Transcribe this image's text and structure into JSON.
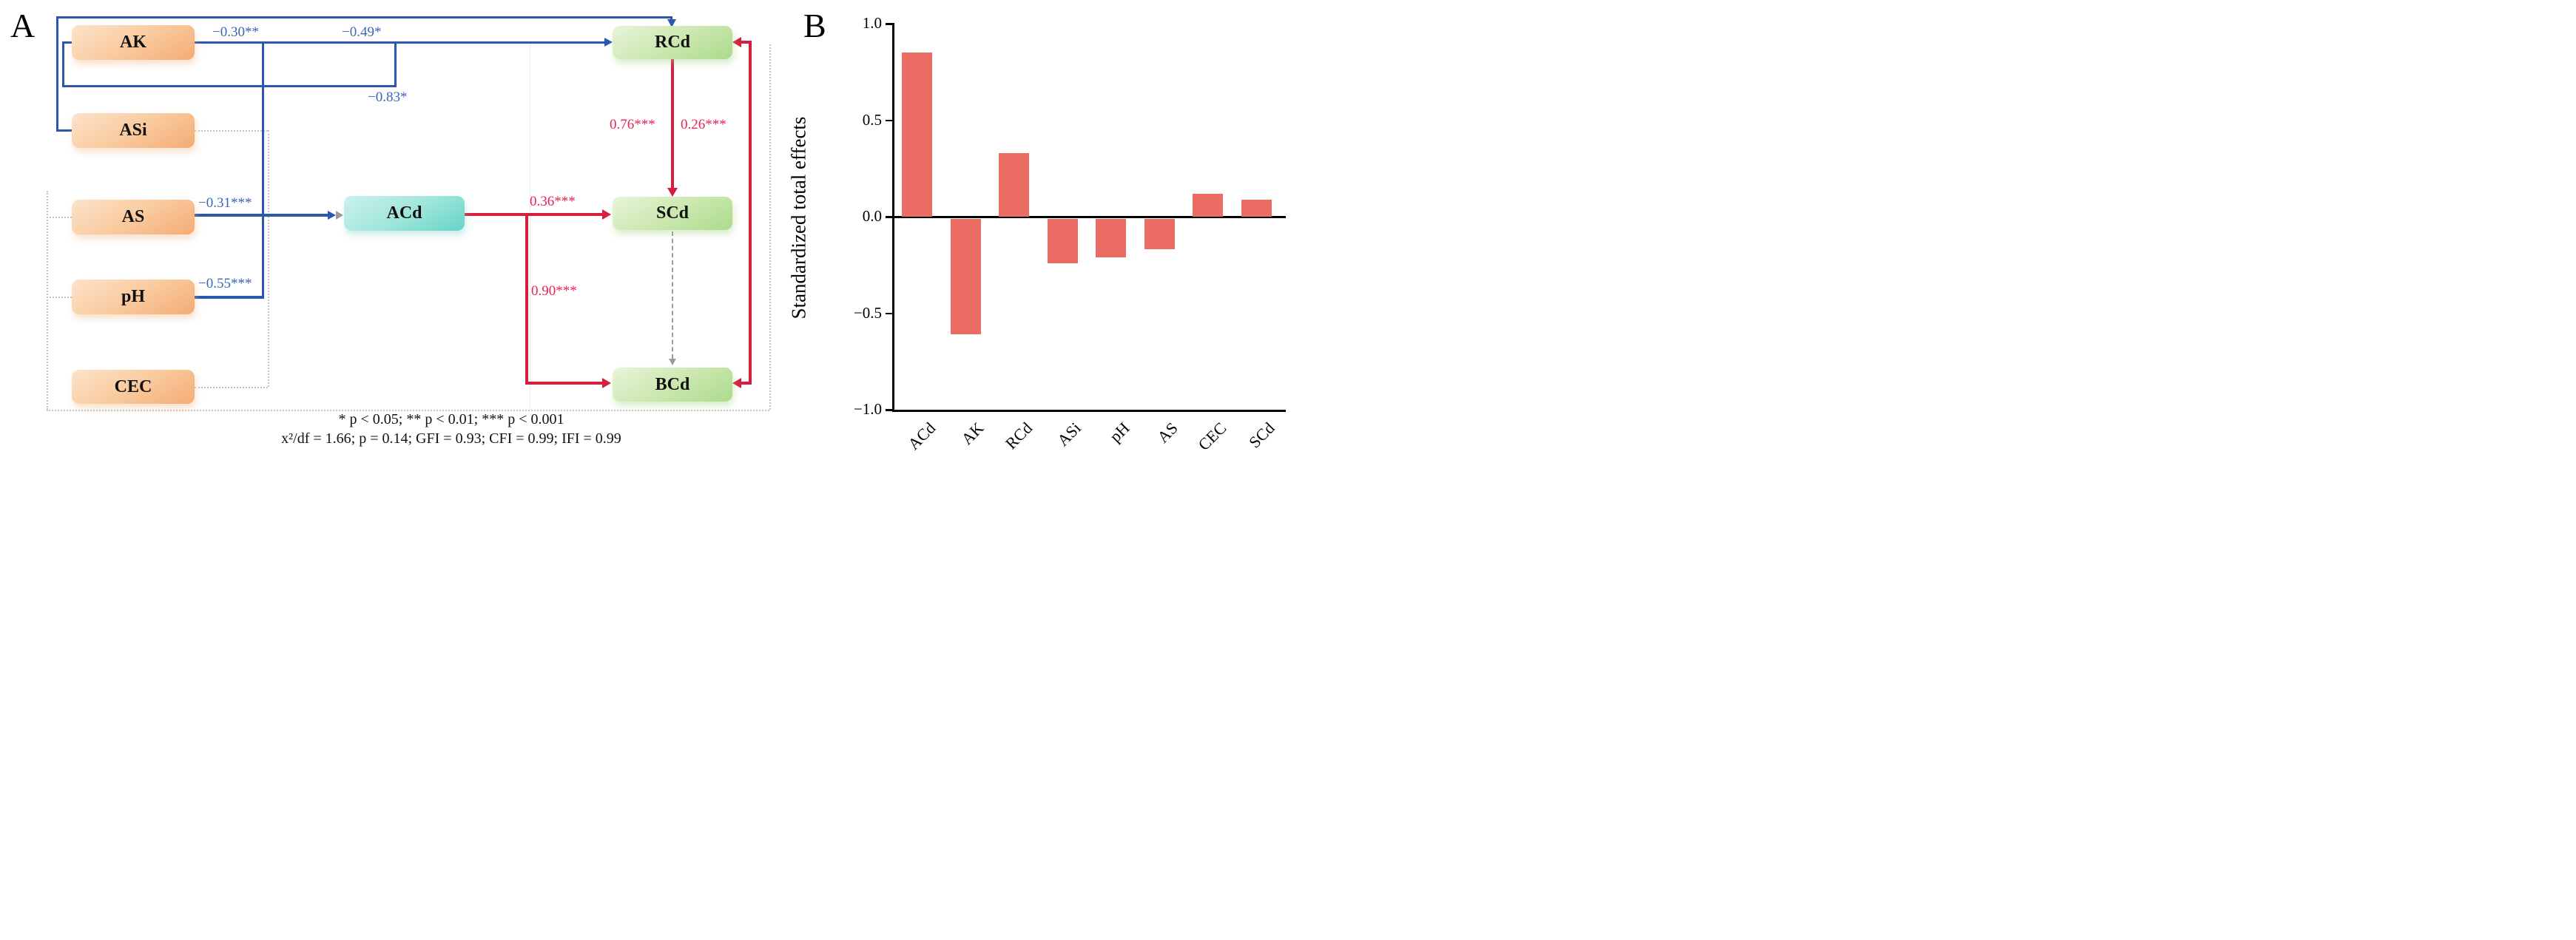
{
  "figure": {
    "panel_a_label": "A",
    "panel_b_label": "B"
  },
  "sem": {
    "boxes": [
      {
        "id": "AK",
        "label": "AK",
        "group": "soil-orange"
      },
      {
        "id": "ASi",
        "label": "ASi",
        "group": "soil-orange"
      },
      {
        "id": "AS",
        "label": "AS",
        "group": "soil-orange"
      },
      {
        "id": "pH",
        "label": "pH",
        "group": "soil-orange"
      },
      {
        "id": "CEC",
        "label": "CEC",
        "group": "soil-orange"
      },
      {
        "id": "ACd",
        "label": "ACd",
        "group": "available-teal"
      },
      {
        "id": "RCd",
        "label": "RCd",
        "group": "plant-green"
      },
      {
        "id": "SCd",
        "label": "SCd",
        "group": "plant-green"
      },
      {
        "id": "BCd",
        "label": "BCd",
        "group": "plant-green"
      }
    ],
    "paths": [
      {
        "from": "AK",
        "to": "ACd",
        "coef": "−0.30**",
        "color": "blue"
      },
      {
        "from": "ASi",
        "to": "RCd",
        "coef": "−0.49*",
        "color": "blue"
      },
      {
        "from": "AK",
        "to": "RCd",
        "coef": "−0.83*",
        "color": "blue"
      },
      {
        "from": "AS",
        "to": "ACd",
        "coef": "−0.31***",
        "color": "blue"
      },
      {
        "from": "pH",
        "to": "ACd",
        "coef": "−0.55***",
        "color": "blue"
      },
      {
        "from": "ACd",
        "to": "SCd",
        "coef": "0.36***",
        "color": "red"
      },
      {
        "from": "ACd",
        "to": "BCd",
        "coef": "0.90***",
        "color": "red"
      },
      {
        "from": "RCd",
        "to": "SCd",
        "coef": "0.76***",
        "color": "red"
      },
      {
        "from": "RCd",
        "to": "BCd",
        "coef": "0.26***",
        "color": "red"
      },
      {
        "from": "SCd",
        "to": "BCd",
        "coef": "",
        "color": "gray-dashed-ns"
      }
    ],
    "caption_line1": "* p < 0.05; ** p < 0.01; *** p < 0.001",
    "caption_line2": "x²/df = 1.66; p = 0.14; GFI = 0.93; CFI = 0.99; IFI = 0.99"
  },
  "chart_data": {
    "type": "bar",
    "title": "",
    "categories": [
      "ACd",
      "AK",
      "RCd",
      "ASi",
      "pH",
      "AS",
      "CEC",
      "SCd"
    ],
    "values": [
      0.85,
      -0.6,
      0.33,
      -0.23,
      -0.2,
      -0.16,
      0.12,
      0.09
    ],
    "xlabel": "",
    "ylabel": "Standardized total effects",
    "ylim": [
      -1.0,
      1.0
    ],
    "yticks": [
      1.0,
      0.5,
      0.0,
      -0.5,
      -1.0
    ],
    "ytick_labels": [
      "1.0",
      "0.5",
      "0.0",
      "−0.5",
      "−1.0"
    ],
    "bar_color": "#ea6c62",
    "grid": false,
    "legend_position": "none"
  },
  "colors": {
    "negative_path": "#2b58ae",
    "positive_path": "#d41f3e",
    "negative_label": "#3a67b7",
    "positive_label": "#e62353",
    "nonsignificant_path": "#9c9c9c",
    "bar": "#ea6c62"
  }
}
